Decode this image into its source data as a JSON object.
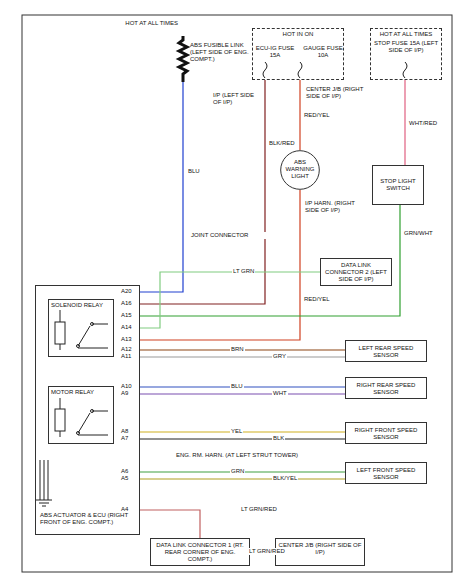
{
  "diagram": {
    "nodes": [
      {
        "text": [
          "HOT AT ALL TIMES",
          "ABS FUSIBLE LINK (LEFT SIDE OF ENG. COMPT.)"
        ]
      },
      {
        "text": [
          "HOT IN ON",
          "ECU-IG FUSE 15A",
          "GAUGE FUSE 10A"
        ]
      },
      {
        "text": [
          "HOT AT ALL TIMES",
          "STOP FUSE 15A (LEFT SIDE OF I/P)"
        ]
      },
      {
        "text": [
          "ABS WARNING LIGHT"
        ]
      },
      {
        "text": [
          "STOP LIGHT SWITCH"
        ]
      },
      {
        "text": [
          "DATA LINK CONNECTOR 2 (LEFT SIDE OF I/P)"
        ]
      },
      {
        "text": [
          "LEFT REAR SPEED SENSOR"
        ]
      },
      {
        "text": [
          "RIGHT REAR SPEED SENSOR"
        ]
      },
      {
        "text": [
          "RIGHT FRONT SPEED SENSOR"
        ]
      },
      {
        "text": [
          "LEFT FRONT SPEED SENSOR"
        ]
      },
      {
        "text": [
          "ABS ACTUATOR & ECU (RIGHT FRONT OF ENG. COMPT.)"
        ]
      },
      {
        "text": [
          "SOLENOID RELAY"
        ],
        "in": 10
      },
      {
        "text": [
          "MOTOR RELAY"
        ],
        "in": 10
      },
      {
        "text": [
          "DATA LINK CONNECTOR 1 (RT. REAR CORNER OF ENG. COMPT.)"
        ]
      },
      {
        "text": [
          "CENTER J/B (RIGHT SIDE OF I/P)"
        ]
      }
    ],
    "edges": [
      {
        "from": 0,
        "to": 10,
        "arrow": "none"
      },
      {
        "from": 1,
        "to": 10,
        "arrow": "none"
      },
      {
        "from": 1,
        "to": 3,
        "arrow": "none"
      },
      {
        "from": 3,
        "to": 10,
        "arrow": "none"
      },
      {
        "from": 2,
        "to": 4,
        "arrow": "none"
      },
      {
        "from": 4,
        "to": 10,
        "arrow": "none"
      },
      {
        "from": 5,
        "to": 10,
        "arrow": "none"
      },
      {
        "from": 6,
        "to": 10,
        "arrow": "none"
      },
      {
        "from": 7,
        "to": 10,
        "arrow": "none"
      },
      {
        "from": 8,
        "to": 10,
        "arrow": "none"
      },
      {
        "from": 9,
        "to": 10,
        "arrow": "none"
      },
      {
        "from": 13,
        "to": 10,
        "arrow": "none"
      },
      {
        "from": 14,
        "to": 13,
        "arrow": "none"
      }
    ],
    "labels": [
      "BLU",
      "BLK/RED",
      "RED/YEL",
      "RED/YEL",
      "WHT/RED",
      "GRN/WHT",
      "LT GRN",
      "I/P (LEFT SIDE OF I/P)",
      "CENTER J/B (RIGHT SIDE OF I/P)",
      "I/P HARN. (RIGHT SIDE OF I/P)",
      "JOINT CONNECTOR",
      "A20",
      "A16",
      "A15",
      "A14",
      "A13",
      "A12",
      "A11",
      "A10",
      "A9",
      "A8",
      "A7",
      "A6",
      "A5",
      "A4",
      "BRN",
      "GRY",
      "BLU",
      "WHT",
      "YEL",
      "BLK",
      "GRN",
      "BLK/YEL",
      "LT GRN/RED",
      "LT GRN/RED",
      "ENG. RM. HARN. (AT LEFT STRUT TOWER)"
    ]
  }
}
